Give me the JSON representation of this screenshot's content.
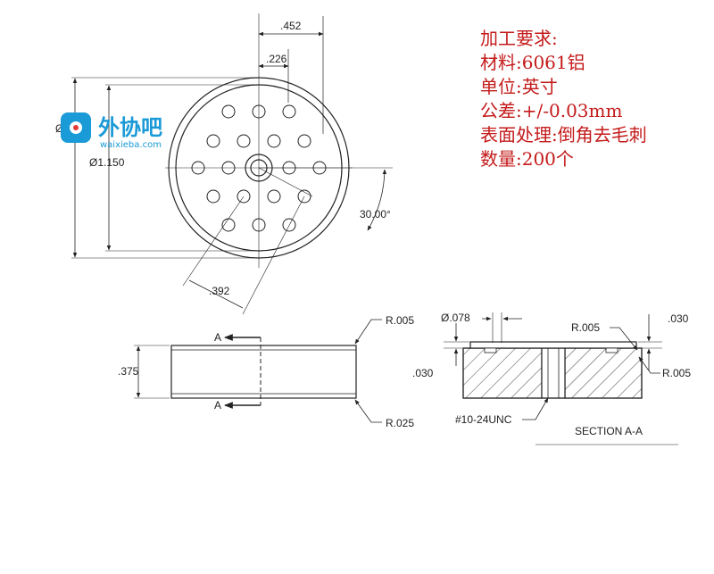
{
  "requirements": {
    "title": "加工要求:",
    "lines": [
      "材料:6061铝",
      "单位:英寸",
      "公差:+/-0.03mm",
      "表面处理:倒角去毛刺",
      "数量:200个"
    ]
  },
  "top_view": {
    "dim_452": ".452",
    "dim_226": ".226",
    "dim_outer_dia": "Ø1.250",
    "dim_inner_dia": "Ø1.150",
    "dim_angle": "30.00°",
    "dim_392": ".392"
  },
  "side_view": {
    "section_arrow_top": "A",
    "section_arrow_bottom": "A",
    "dim_height": ".375",
    "radius_top": "R.005",
    "radius_bottom": "R.025"
  },
  "section_view": {
    "dim_hole_dia": "Ø.078",
    "radius_left": "R.005",
    "dim_right_030": ".030",
    "radius_right": "R.005",
    "dim_left_030": ".030",
    "thread": "#10-24UNC",
    "title": "SECTION A-A"
  },
  "watermark": {
    "brand": "外协吧",
    "url": "waixieba.com"
  },
  "colors": {
    "requirements": "#c41a1a",
    "watermark": "#1a9ad6",
    "line": "#222222"
  }
}
